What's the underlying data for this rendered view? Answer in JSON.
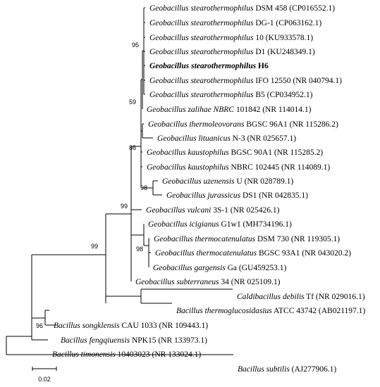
{
  "leaves": [
    {
      "species": "Geobacillus stearothermophilus",
      "strain": "DSM 458 (CP016552.1)",
      "bold": false
    },
    {
      "species": "Geobacillus stearothermophilus",
      "strain": "DG-1 (CP063162.1)",
      "bold": false
    },
    {
      "species": "Geobacillus stearothermophilus",
      "strain": "10 (KU933578.1)",
      "bold": false
    },
    {
      "species": "Geobacillus stearothermophilus",
      "strain": "D1 (KU248349.1)",
      "bold": false
    },
    {
      "species": "Geobacillus stearothermophilus",
      "strain": "H6",
      "bold": true
    },
    {
      "species": "Geobacillus stearothermophilus",
      "strain": "IFO 12550 (NR 040794.1)",
      "bold": false
    },
    {
      "species": "Geobacillus stearothermophilus",
      "strain": "B5 (CP034952.1)",
      "bold": false
    },
    {
      "species": "Geobacillus zalihae NBRC",
      "strain": "101842 (NR 114014.1)",
      "bold": false
    },
    {
      "species": "Geobacillus thermoleovorans",
      "strain": "BGSC 96A1 (NR 115286.2)",
      "bold": false
    },
    {
      "species": "Geobacillus lituanicus",
      "strain": "N-3 (NR 025657.1)",
      "bold": false
    },
    {
      "species": "Geobacillus kaustophilus",
      "strain": "BGSC 90A1 (NR 115285.2)",
      "bold": false
    },
    {
      "species": "Geobacillus kaustophilus",
      "strain": "NBRC 102445 (NR 114089.1)",
      "bold": false
    },
    {
      "species": "Geobacillus uzenensis",
      "strain": "U (NR 028789.1)",
      "bold": false
    },
    {
      "species": "Geobacillus jurassicus",
      "strain": "DS1 (NR 042835.1)",
      "bold": false
    },
    {
      "species": "Geobacillus vulcani",
      "strain": "3S-1 (NR 025426.1)",
      "bold": false
    },
    {
      "species": "Geobacillus icigianus",
      "strain": "G1w1 (MH734196.1)",
      "bold": false
    },
    {
      "species": "Geobacillus thermocatenulatus",
      "strain": "DSM 730 (NR 119305.1)",
      "bold": false
    },
    {
      "species": "Geobacillus thermocatenulatus",
      "strain": "BGSC 93A1 (NR 043020.2)",
      "bold": false
    },
    {
      "species": "Geobacillus gargensis",
      "strain": "Ga (GU459253.1)",
      "bold": false
    },
    {
      "species": "Geobacillus subterraneus",
      "strain": "34 (NR 025109.1)",
      "bold": false
    },
    {
      "species": "Caldibacillus debilis",
      "strain": "Tf (NR 029016.1)",
      "bold": false
    },
    {
      "species": "Bacillus thermoglucosidasius",
      "strain": "ATCC 43742 (AB021197.1)",
      "bold": false
    },
    {
      "species": "Bacillus songklensis",
      "strain": "CAU 1033 (NR 109443.1)",
      "bold": false
    },
    {
      "species": "Bacillus fengqiuensis",
      "strain": "NPK15 (NR 133973.1)",
      "bold": false
    },
    {
      "species": "Bacillus timonensis",
      "strain": "10403023 (NR 133024.1)",
      "bold": false
    },
    {
      "species": "Bacillus subtilis",
      "strain": "(AJ277906.1)",
      "bold": false
    }
  ],
  "bootstrap": [
    "95",
    "59",
    "86",
    "98",
    "99",
    "99",
    "98",
    "96"
  ],
  "scale_bar": {
    "label": "0.02"
  }
}
